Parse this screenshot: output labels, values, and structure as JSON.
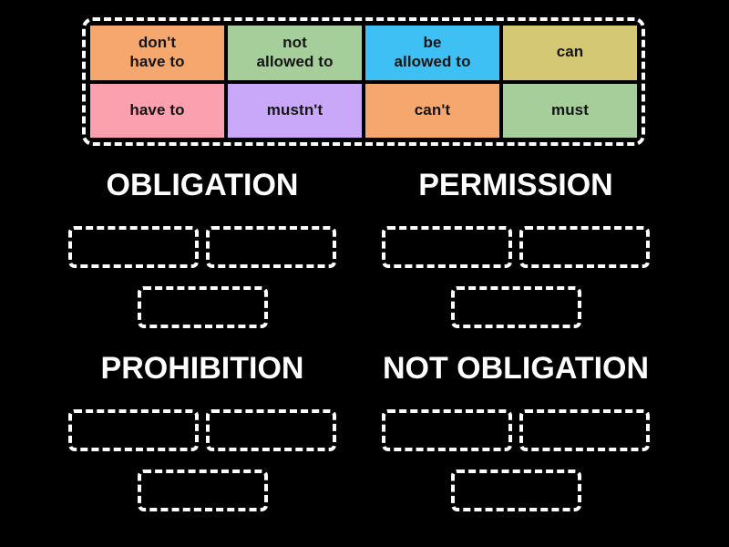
{
  "activity": {
    "type": "drag-and-drop-group-sort",
    "background_color": "#000000"
  },
  "tile_tray": {
    "name": "draggable-word-tiles",
    "border_color": "#ffffff",
    "rows": [
      [
        {
          "label": "don't\nhave to",
          "color": "#F5A76E"
        },
        {
          "label": "not\nallowed to",
          "color": "#A6CE9B"
        },
        {
          "label": "be\nallowed to",
          "color": "#3FC0F5"
        },
        {
          "label": "can",
          "color": "#D4C874"
        }
      ],
      [
        {
          "label": "have to",
          "color": "#FAA0AF"
        },
        {
          "label": "mustn't",
          "color": "#C9A8FA"
        },
        {
          "label": "can't",
          "color": "#F5A76E"
        },
        {
          "label": "must",
          "color": "#A6CE9B"
        }
      ]
    ]
  },
  "categories": [
    {
      "title": "OBLIGATION",
      "slots": 3,
      "slot_labels": [
        "",
        "",
        ""
      ]
    },
    {
      "title": "PERMISSION",
      "slots": 3,
      "slot_labels": [
        "",
        "",
        ""
      ]
    },
    {
      "title": "PROHIBITION",
      "slots": 3,
      "slot_labels": [
        "",
        "",
        ""
      ]
    },
    {
      "title": "NOT OBLIGATION",
      "slots": 3,
      "slot_labels": [
        "",
        "",
        ""
      ]
    }
  ]
}
